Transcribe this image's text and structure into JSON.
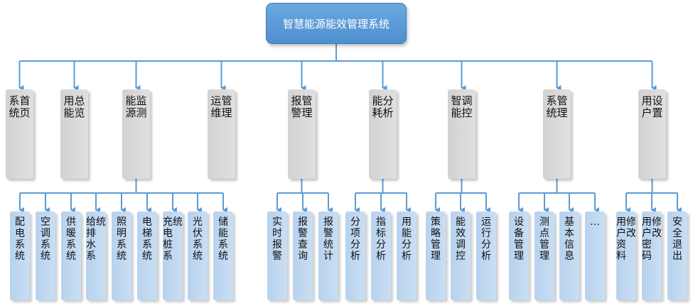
{
  "root": "智慧能源能效管理系统",
  "categories": [
    {
      "label": "系统首页",
      "children": []
    },
    {
      "label": "用能总览",
      "children": []
    },
    {
      "label": "能源监测",
      "children": [
        "配电系统",
        "空调系统",
        "供暖系统",
        "给排水系统",
        "照明系统",
        "电梯系统",
        "充电桩系统",
        "光伏系统",
        "储能系统"
      ]
    },
    {
      "label": "运维管理",
      "children": []
    },
    {
      "label": "报警管理",
      "children": [
        "实时报警",
        "报警查询",
        "报警统计"
      ]
    },
    {
      "label": "能耗分析",
      "children": [
        "分项分析",
        "指标分析",
        "用能分析"
      ]
    },
    {
      "label": "智能调控",
      "children": [
        "策略管理",
        "能效调控",
        "运行分析"
      ]
    },
    {
      "label": "系统管理",
      "children": [
        "设备管理",
        "测点管理",
        "基本信息",
        "…"
      ]
    },
    {
      "label": "用户设置",
      "children": [
        "用户资料修改",
        "用户密码修改",
        "安全退出"
      ]
    }
  ],
  "colors": {
    "connector": "#5b9bd5",
    "root": "#5b9bd5",
    "category": "#d9d9d9",
    "leaf": "#bdd7ee"
  }
}
